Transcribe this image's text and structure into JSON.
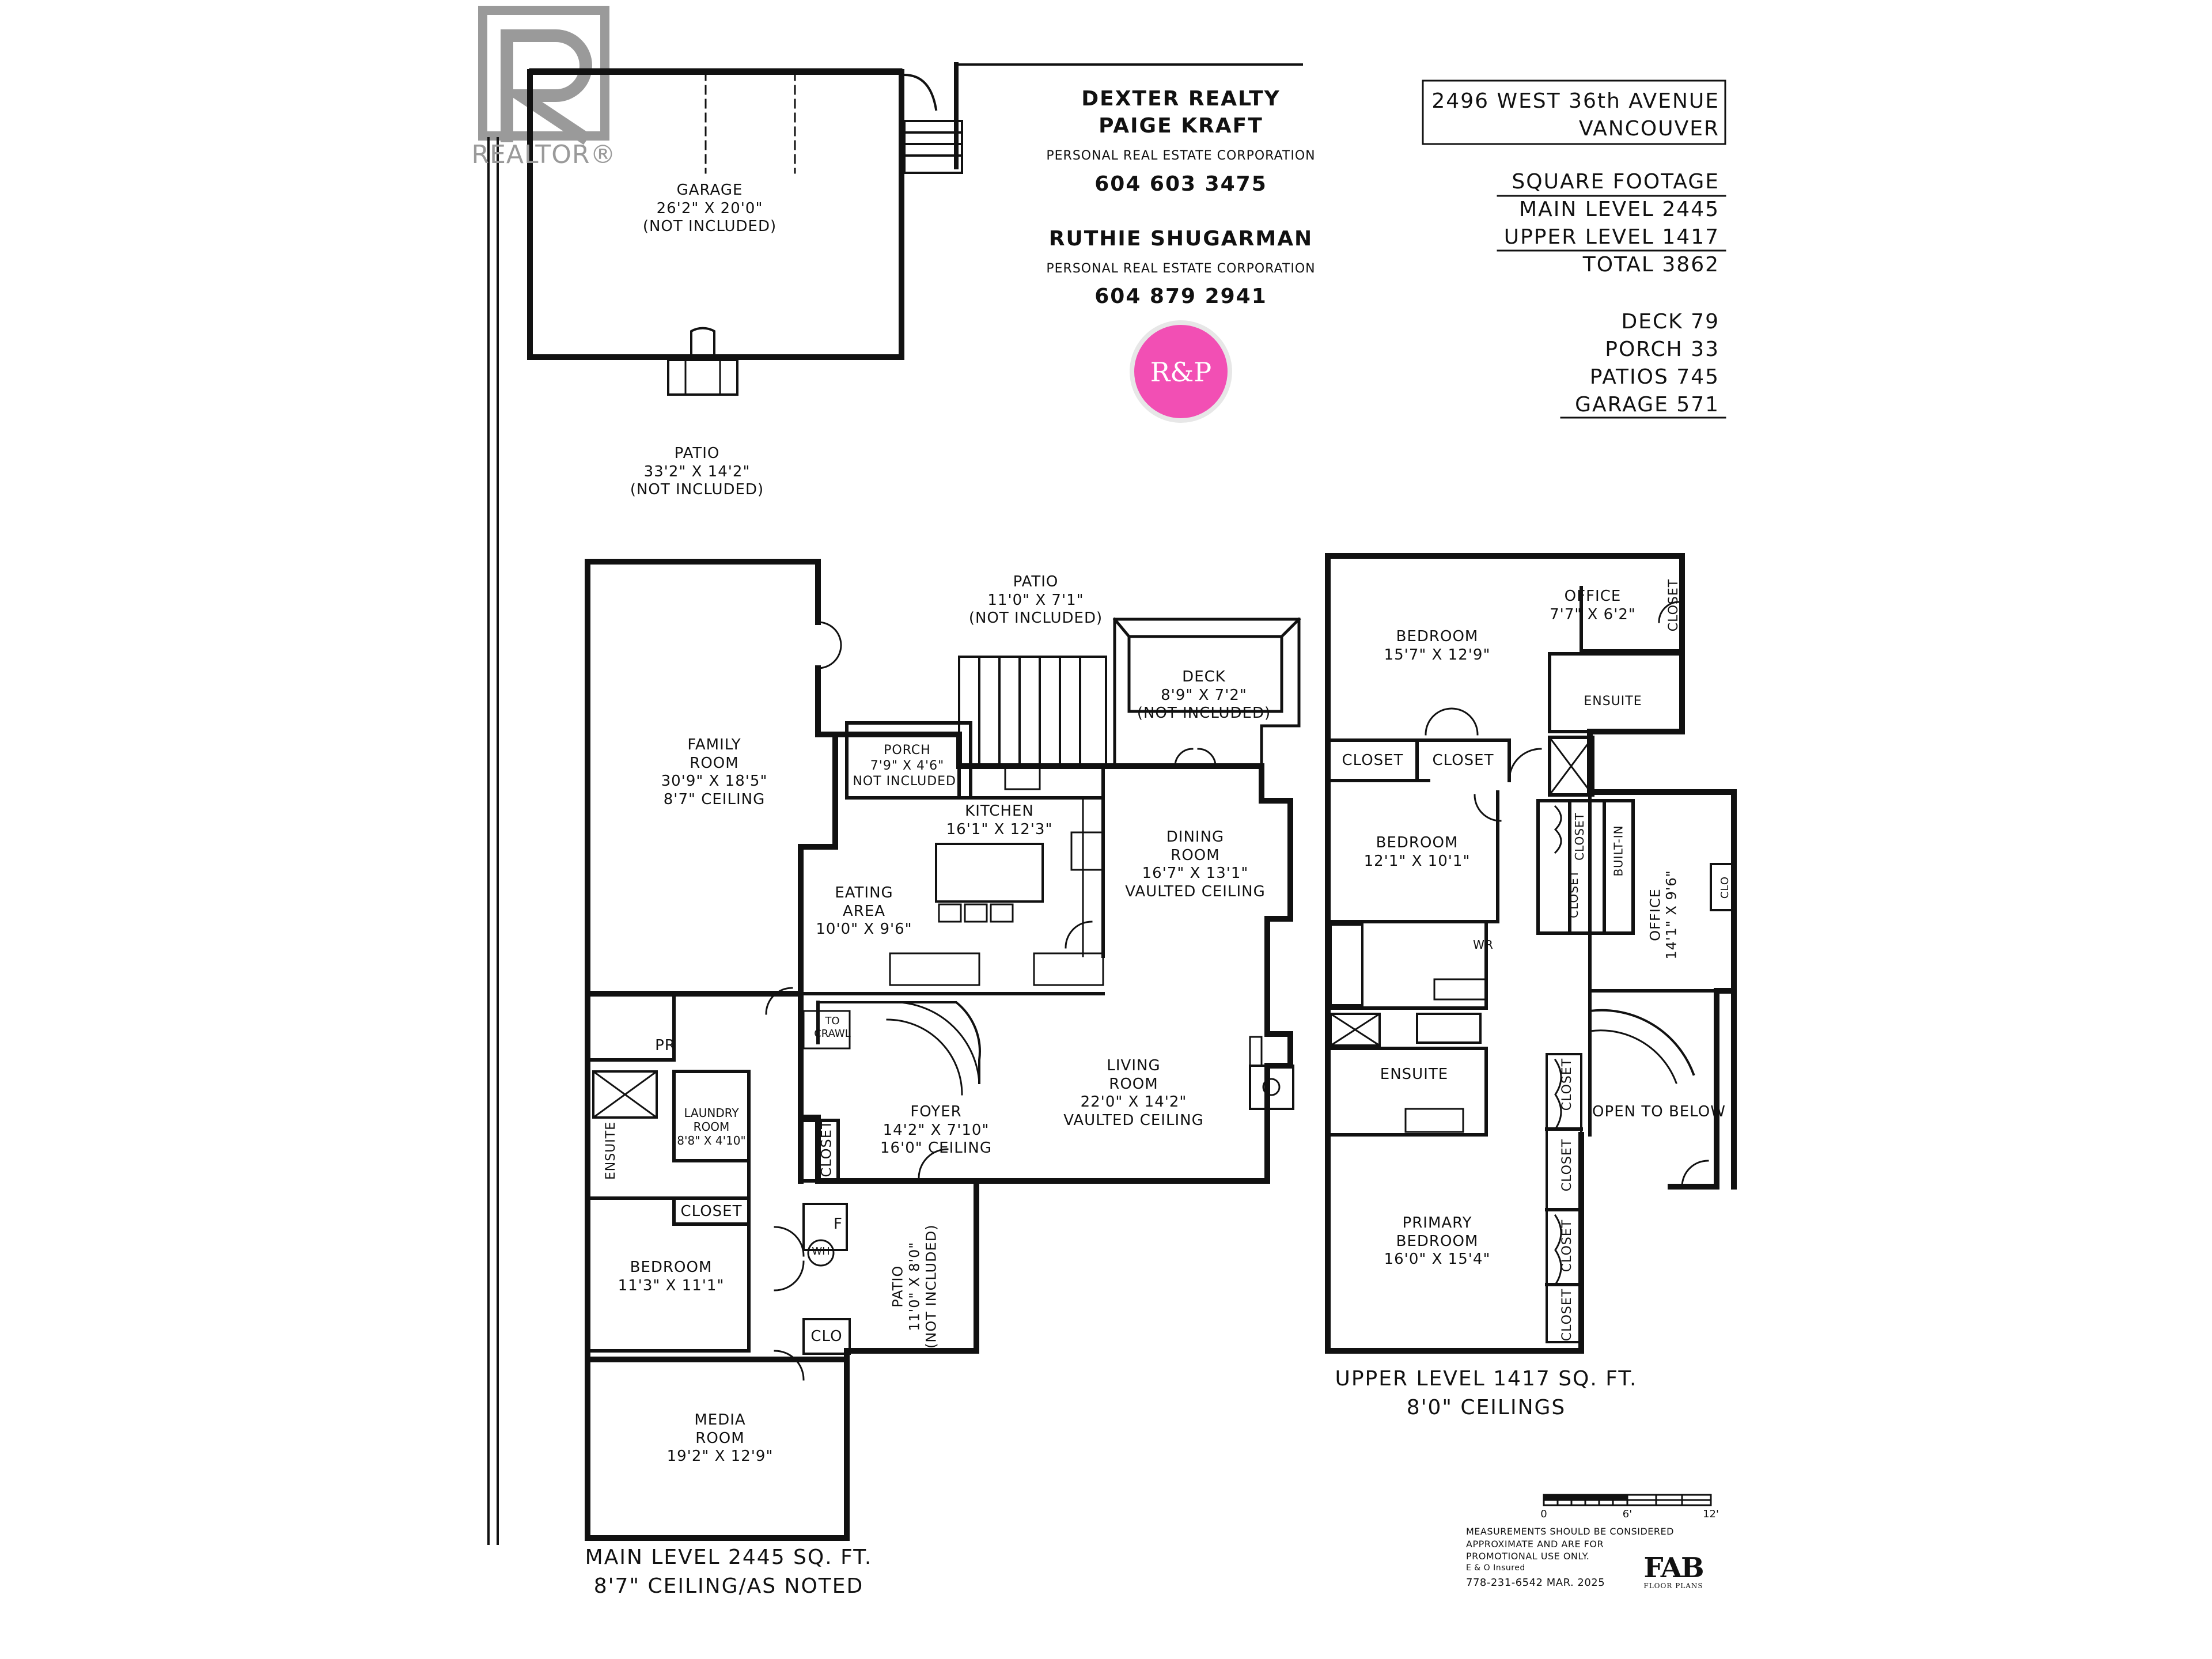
{
  "watermark": {
    "brand": "REALTOR®"
  },
  "agency": {
    "name": "DEXTER REALTY",
    "agent1": "PAIGE KRAFT",
    "agent1_corp": "PERSONAL REAL ESTATE CORPORATION",
    "agent1_phone": "604 603 3475",
    "agent2": "RUTHIE SHUGARMAN",
    "agent2_corp": "PERSONAL REAL ESTATE CORPORATION",
    "agent2_phone": "604 879 2941",
    "logo_text": "R&P",
    "logo_color": "#f24fb4"
  },
  "address": {
    "line1": "2496 WEST 36th AVENUE",
    "line2": "VANCOUVER"
  },
  "footage": {
    "heading": "SQUARE FOOTAGE",
    "main": "MAIN LEVEL 2445",
    "upper": "UPPER LEVEL 1417",
    "total": "TOTAL 3862",
    "deck": "DECK 79",
    "porch": "PORCH 33",
    "patios": "PATIOS 745",
    "garage": "GARAGE 571"
  },
  "rooms_main": {
    "garage": [
      "GARAGE",
      "26'2\" X 20'0\"",
      "(NOT INCLUDED)"
    ],
    "patio_rear": [
      "PATIO",
      "33'2\" X 14'2\"",
      "(NOT INCLUDED)"
    ],
    "patio_top": [
      "PATIO",
      "11'0\" X 7'1\"",
      "(NOT INCLUDED)"
    ],
    "deck": [
      "DECK",
      "8'9\" X 7'2\"",
      "(NOT INCLUDED)"
    ],
    "porch": [
      "PORCH",
      "7'9\" X 4'6\"",
      "NOT INCLUDED)"
    ],
    "family": [
      "FAMILY",
      "ROOM",
      "30'9\" X 18'5\"",
      "8'7\" CEILING"
    ],
    "kitchen": [
      "KITCHEN",
      "16'1\" X 12'3\""
    ],
    "eating": [
      "EATING",
      "AREA",
      "10'0\" X 9'6\""
    ],
    "dining": [
      "DINING",
      "ROOM",
      "16'7\" X 13'1\"",
      "VAULTED CEILING"
    ],
    "living": [
      "LIVING",
      "ROOM",
      "22'0\" X 14'2\"",
      "VAULTED CEILING"
    ],
    "foyer": [
      "FOYER",
      "14'2\" X 7'10\"",
      "16'0\" CEILING"
    ],
    "to_crawl": [
      "TO",
      "CRAWL"
    ],
    "pr": "PR",
    "laundry": [
      "LAUNDRY",
      "ROOM",
      "8'8\" X 4'10\""
    ],
    "ensuite": "ENSUITE",
    "closet_bed": "CLOSET",
    "closet_foyer": "CLOSET",
    "bedroom": [
      "BEDROOM",
      "11'3\" X 11'1\""
    ],
    "f": "F",
    "wh": "WH",
    "clo": "CLO",
    "patio_side": [
      "PATIO",
      "11'0\" X 8'0\"",
      "(NOT INCLUDED)"
    ],
    "media": [
      "MEDIA",
      "ROOM",
      "19'2\" X 12'9\""
    ]
  },
  "rooms_upper": {
    "office1": [
      "OFFICE",
      "7'7\" X 6'2\""
    ],
    "closet_office": "CLOSET",
    "bedroom1": [
      "BEDROOM",
      "15'7\" X 12'9\""
    ],
    "ensuite1": "ENSUITE",
    "closet_a": "CLOSET",
    "closet_b": "CLOSET",
    "bedroom2": [
      "BEDROOM",
      "12'1\" X 10'1\""
    ],
    "closet_v1": "CLOSET",
    "closet_v2": "CLOSET",
    "built_in": "BUILT-IN",
    "office2": "OFFICE",
    "office2_dim": "14'1\" X 9'6\"",
    "clo": "CLO",
    "wr": "WR",
    "ensuite2": "ENSUITE",
    "open_below": "OPEN TO BELOW",
    "closet_p1": "CLOSET",
    "closet_p2": "CLOSET",
    "closet_p3": "CLOSET",
    "closet_p4": "CLOSET",
    "primary": [
      "PRIMARY",
      "BEDROOM",
      "16'0\" X 15'4\""
    ]
  },
  "level_labels": {
    "upper1": "UPPER LEVEL 1417 SQ. FT.",
    "upper2": "8'0\" CEILINGS",
    "main1": "MAIN LEVEL 2445 SQ. FT.",
    "main2": "8'7\" CEILING/AS NOTED"
  },
  "scale": {
    "t0": "0",
    "t1": "6'",
    "t2": "12'"
  },
  "disclaimer": {
    "l1": "MEASUREMENTS SHOULD BE CONSIDERED",
    "l2": "APPROXIMATE AND ARE FOR",
    "l3": "PROMOTIONAL USE ONLY.",
    "l4": "E & O Insured",
    "l5": "778-231-6542 MAR. 2025"
  },
  "fab_logo": {
    "main": "FAB",
    "sub": "FLOOR PLANS"
  },
  "colors": {
    "line": "#111111",
    "watermark": "#9a9a9a"
  }
}
